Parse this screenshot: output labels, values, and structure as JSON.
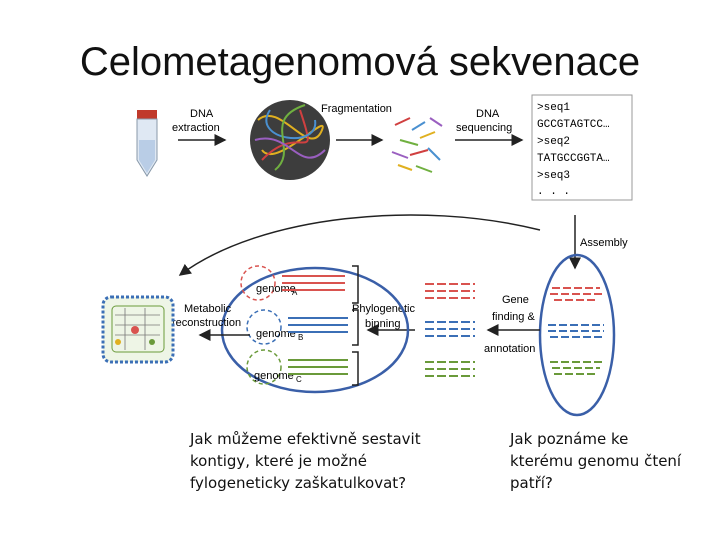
{
  "slide": {
    "title": "Celometagenomová sekvenace",
    "caption_left": "Jak můžeme efektivně sestavit\nkontigy, které je možné\nfylogeneticky zaškatulkovat?",
    "caption_right": "Jak poznáme ke\nkterému genomu čtení\npatří?"
  },
  "diagram": {
    "step_dna_extraction": [
      "DNA",
      "extraction"
    ],
    "step_fragmentation": "Fragmentation",
    "step_dna_sequencing": [
      "DNA",
      "sequencing"
    ],
    "reads_box": [
      ">seq1",
      "GCCGTAGTCC…",
      ">seq2",
      "TATGCCGGTA…",
      ">seq3",
      ". . ."
    ],
    "step_assembly": "Assembly",
    "step_gene_finding": [
      "Gene",
      "finding &",
      "annotation"
    ],
    "step_phylogenetic_binning": [
      "Phylogenetic",
      "binning"
    ],
    "step_metabolic_reconstruction": [
      "Metabolic",
      "reconstruction"
    ],
    "genomes": [
      {
        "label": "genome",
        "sub": "A"
      },
      {
        "label": "genome",
        "sub": "B"
      },
      {
        "label": "genome",
        "sub": "C"
      }
    ],
    "colors": {
      "red": "#d9534f",
      "blue": "#3b6fb6",
      "green": "#6a9a3a",
      "circle": "#3a5fa8",
      "arrow": "#222222"
    }
  }
}
